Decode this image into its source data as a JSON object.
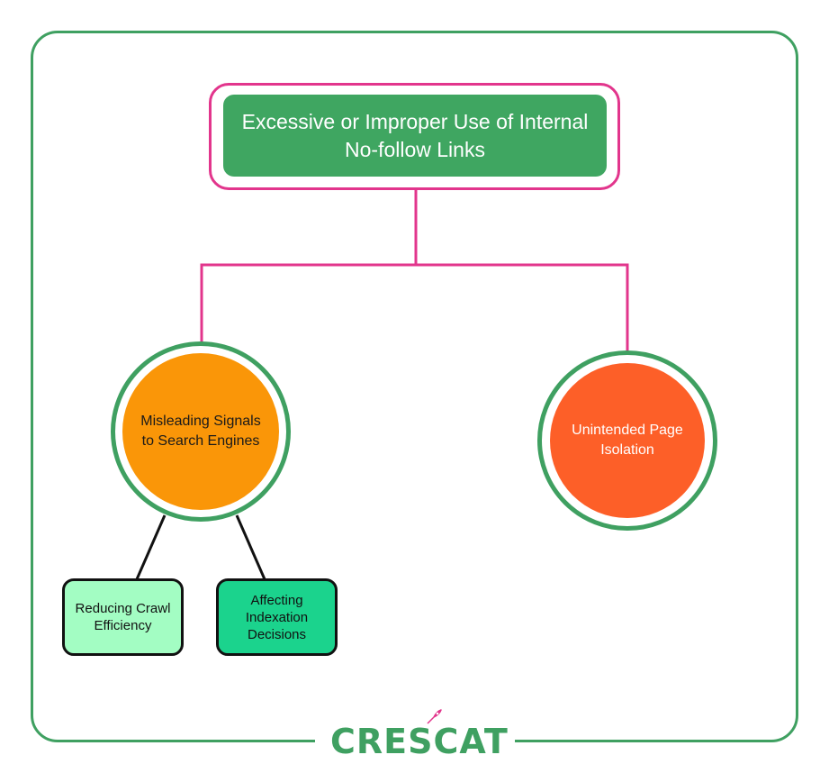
{
  "diagram": {
    "root": {
      "label": "Excessive or Improper Use of Internal No-follow Links"
    },
    "children": [
      {
        "label": "Misleading Signals to Search Engines",
        "color": "#fa9608",
        "children": [
          {
            "label": "Reducing Crawl Efficiency",
            "color": "#a3fdc3"
          },
          {
            "label": "Affecting Indexation Decisions",
            "color": "#1bd38d"
          }
        ]
      },
      {
        "label": "Unintended Page Isolation",
        "color": "#fd5f28"
      }
    ]
  },
  "brand": {
    "name": "CRESCAT",
    "logo_icon": "rocket-icon",
    "primary_color": "#3fa061",
    "accent_color": "#e2358c"
  }
}
